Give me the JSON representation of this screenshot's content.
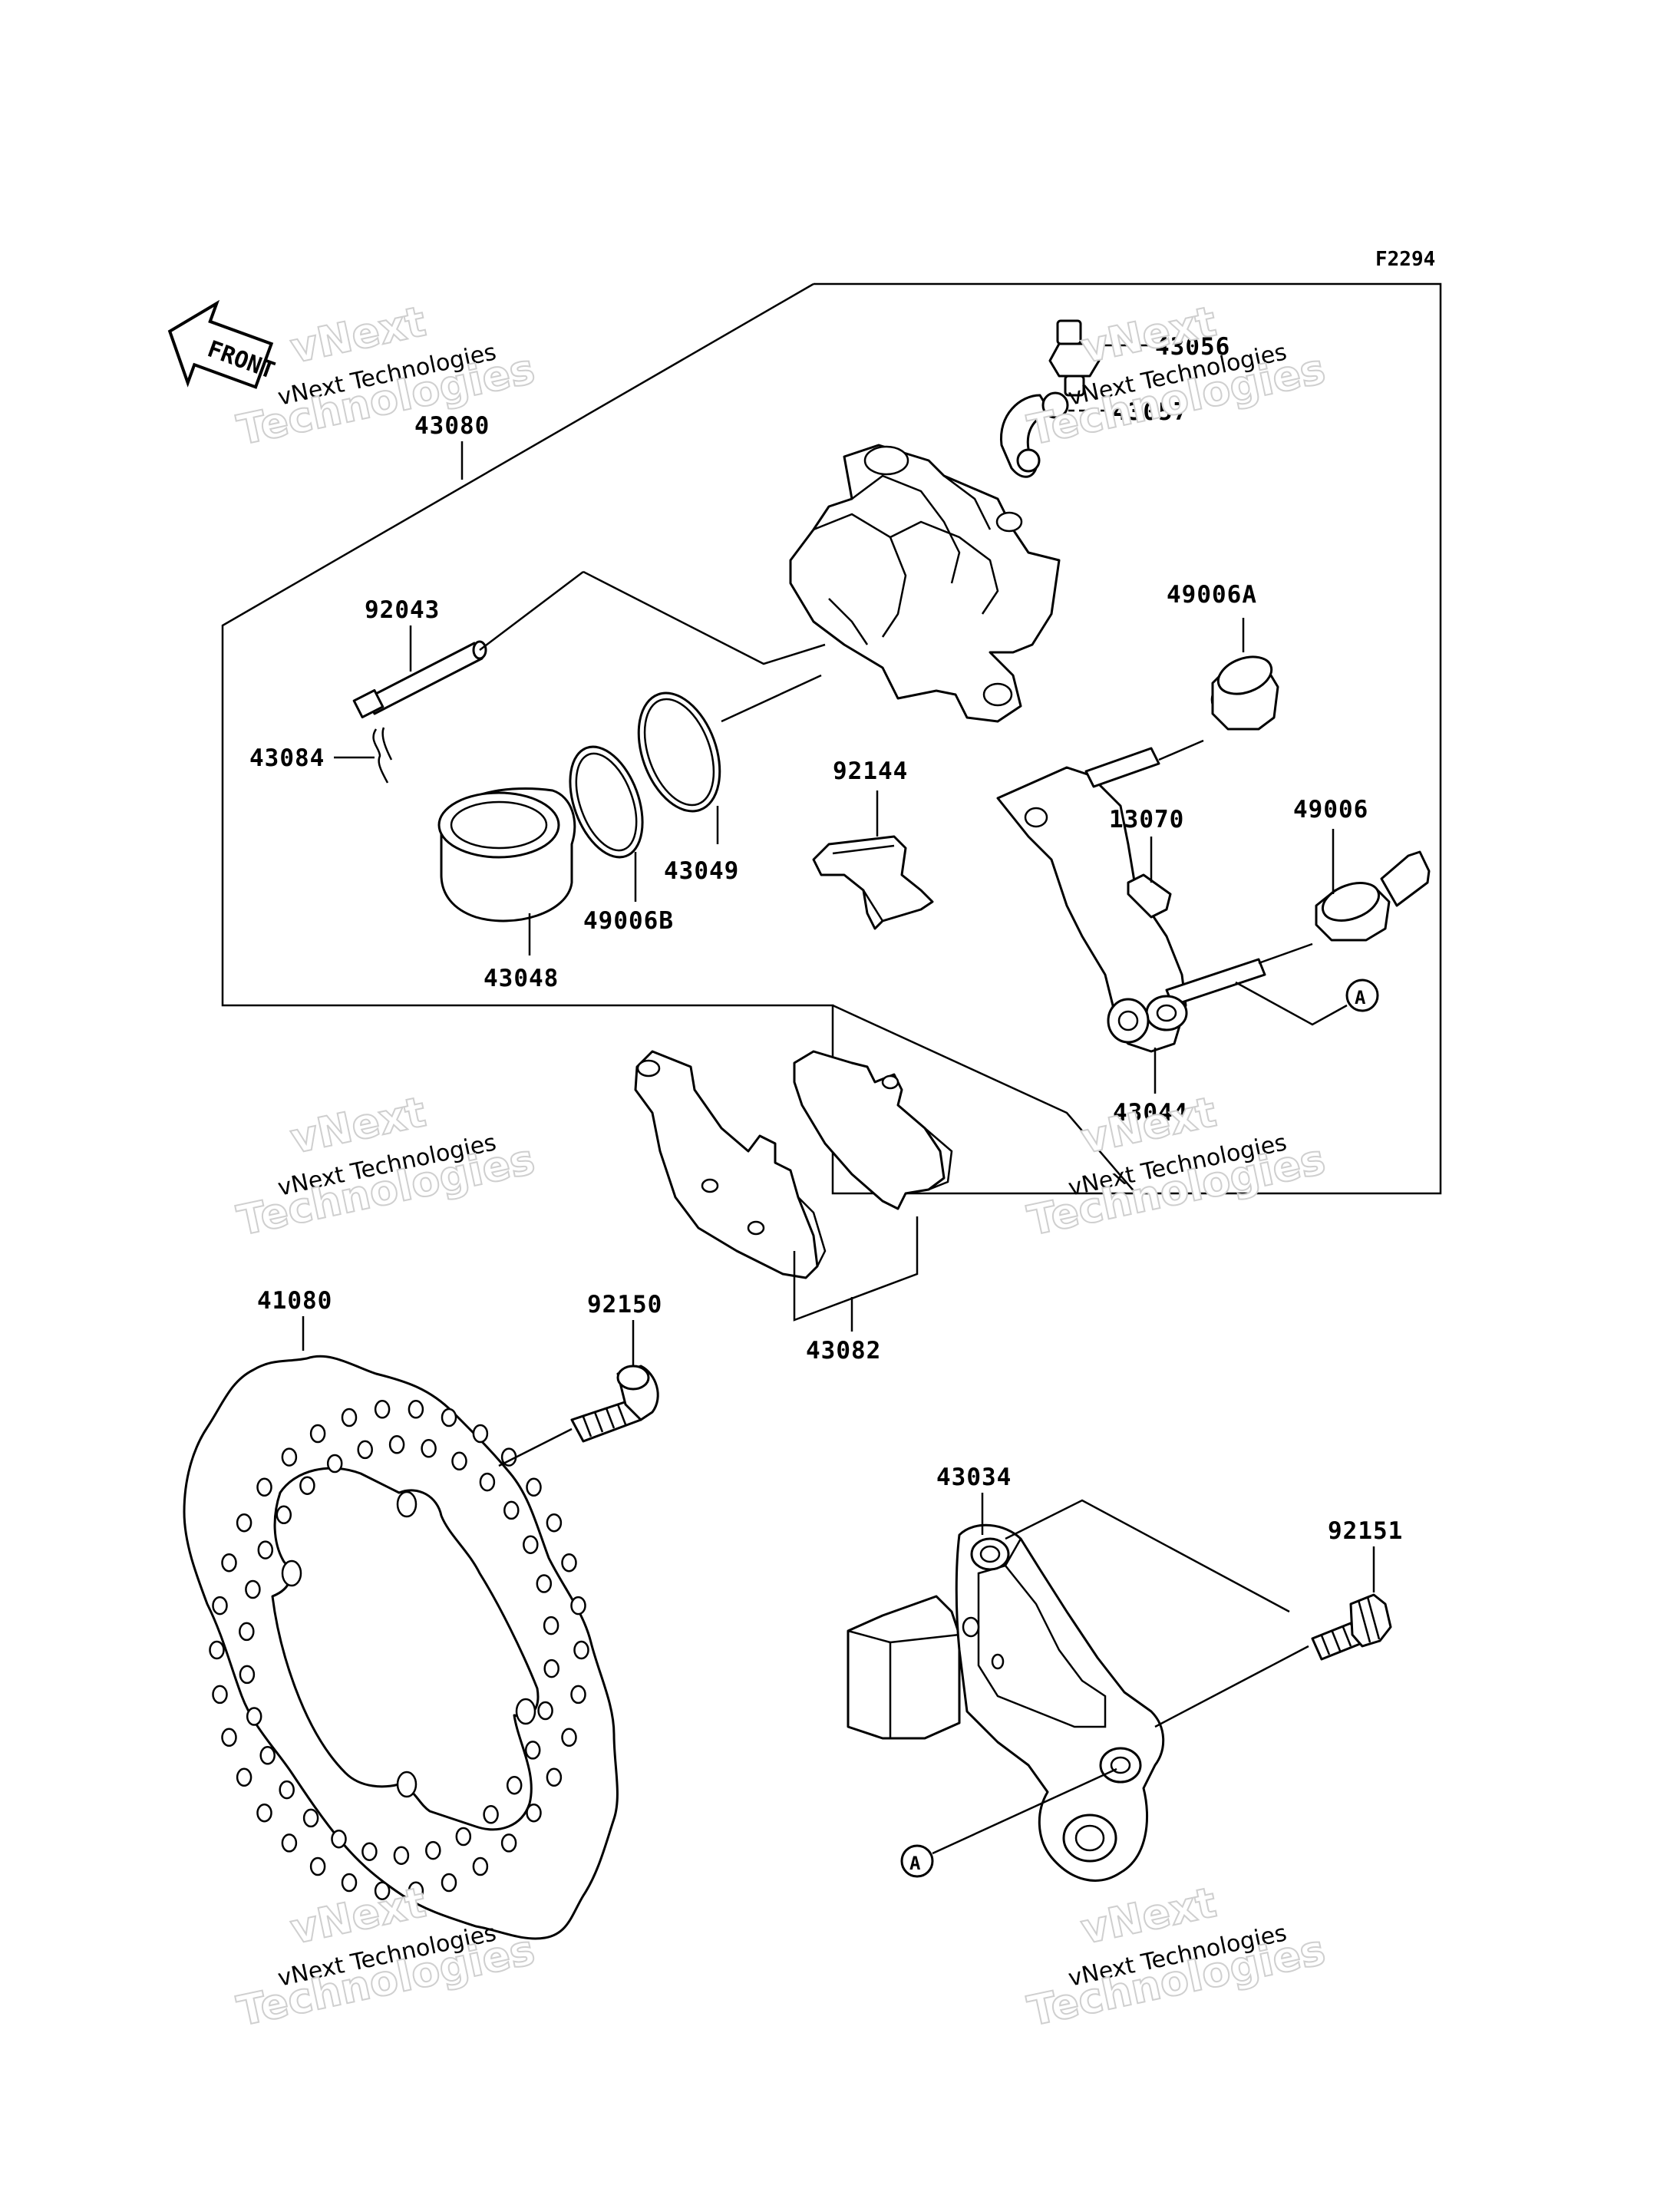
{
  "figure_code": "F2294",
  "front_label": "FRONT",
  "callout_letter": "A",
  "watermark": {
    "line1": "vNext",
    "line2": "vNext Technologies",
    "line3": "Technologies"
  },
  "parts": {
    "p43080": "43080",
    "p43056": "43056",
    "p43057": "43057",
    "p92043": "92043",
    "p49006A": "49006A",
    "p43084": "43084",
    "p92144": "92144",
    "p13070": "13070",
    "p49006": "49006",
    "p43049": "43049",
    "p49006B": "49006B",
    "p43048": "43048",
    "p43044": "43044",
    "p41080": "41080",
    "p92150": "92150",
    "p43082": "43082",
    "p43034": "43034",
    "p92151": "92151"
  }
}
